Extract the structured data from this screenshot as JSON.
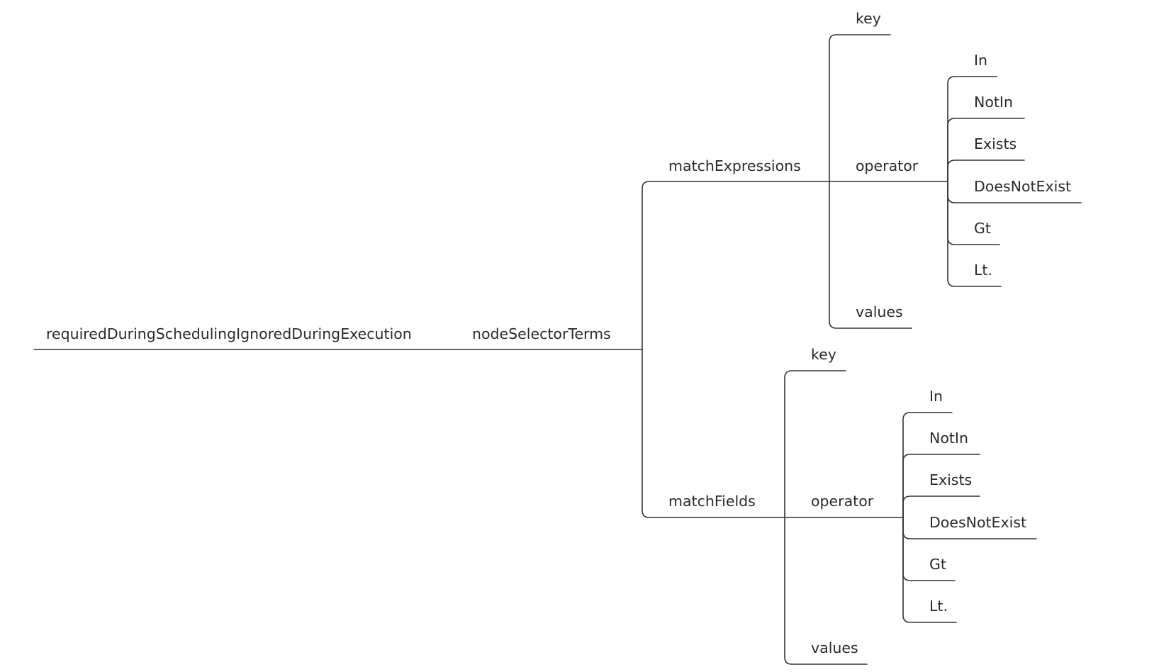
{
  "root": {
    "label": "requiredDuringSchedulingIgnoredDuringExecution",
    "child": {
      "label": "nodeSelectorTerms",
      "groups": [
        {
          "label": "matchExpressions",
          "fields": [
            {
              "label": "key"
            },
            {
              "label": "operator",
              "options": [
                "In",
                "NotIn",
                "Exists",
                "DoesNotExist",
                "Gt",
                "Lt."
              ]
            },
            {
              "label": "values"
            }
          ]
        },
        {
          "label": "matchFields",
          "fields": [
            {
              "label": "key"
            },
            {
              "label": "operator",
              "options": [
                "In",
                "NotIn",
                "Exists",
                "DoesNotExist",
                "Gt",
                "Lt."
              ]
            },
            {
              "label": "values"
            }
          ]
        }
      ]
    }
  }
}
